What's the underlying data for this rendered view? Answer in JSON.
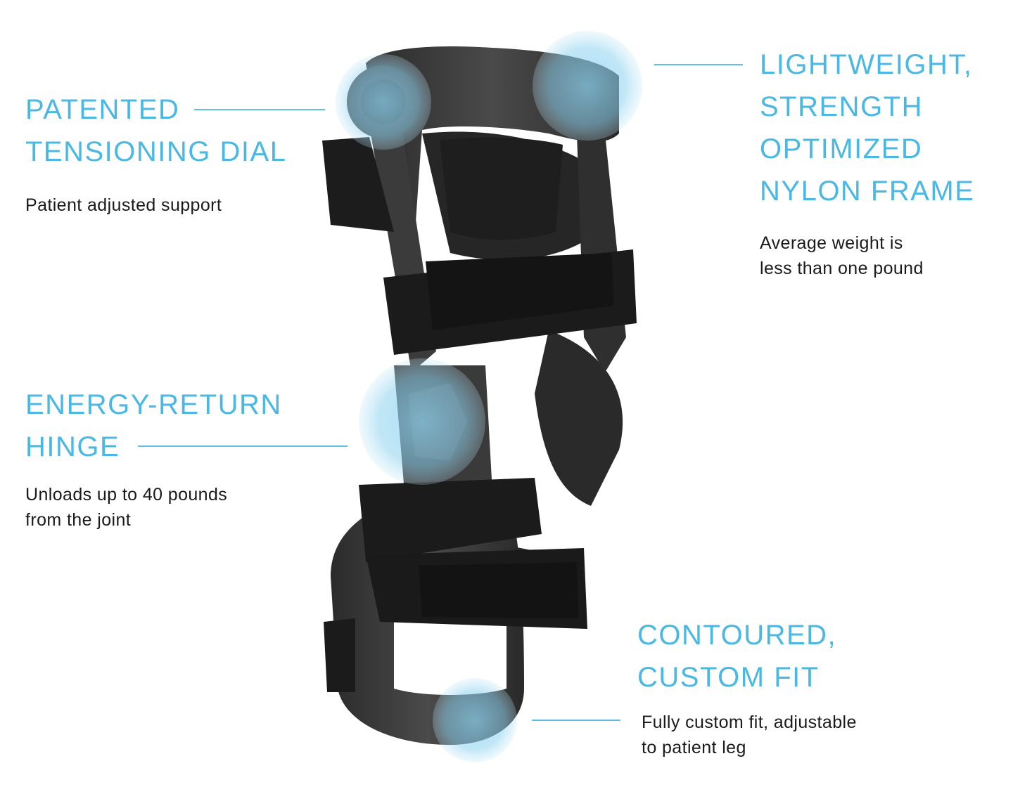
{
  "colors": {
    "heading": "#4bb8e3",
    "body_text": "#1a1a1a",
    "callout_line": "#5ec0e6",
    "highlight": "#8fd3f0",
    "frame": "#3a3a3a",
    "strap": "#1b1b1b"
  },
  "callouts": {
    "dial": {
      "title": [
        "PATENTED",
        "TENSIONING DIAL"
      ],
      "description": [
        "Patient adjusted support"
      ]
    },
    "frame": {
      "title": [
        "LIGHTWEIGHT,",
        "STRENGTH",
        "OPTIMIZED",
        "NYLON FRAME"
      ],
      "description": [
        "Average weight is",
        "less than one pound"
      ]
    },
    "hinge": {
      "title": [
        "ENERGY-RETURN",
        "HINGE"
      ],
      "description": [
        "Unloads up to 40 pounds",
        "from the joint"
      ]
    },
    "fit": {
      "title": [
        "CONTOURED,",
        "CUSTOM FIT"
      ],
      "description": [
        "Fully custom fit, adjustable",
        "to patient leg"
      ]
    }
  }
}
